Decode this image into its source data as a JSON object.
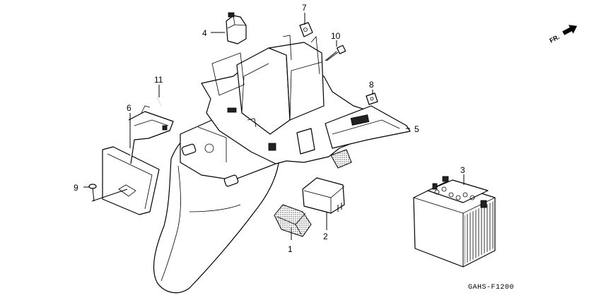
{
  "direction_mark": {
    "label": "FR.",
    "icon": "arrow-right-up-icon"
  },
  "diagram_code": "GAHS-F1200",
  "callouts": {
    "c1": "1",
    "c2": "2",
    "c3": "3",
    "c4": "4",
    "c5": "5",
    "c6": "6",
    "c7": "7",
    "c8": "8",
    "c9": "9",
    "c10": "10",
    "c11": "11"
  }
}
